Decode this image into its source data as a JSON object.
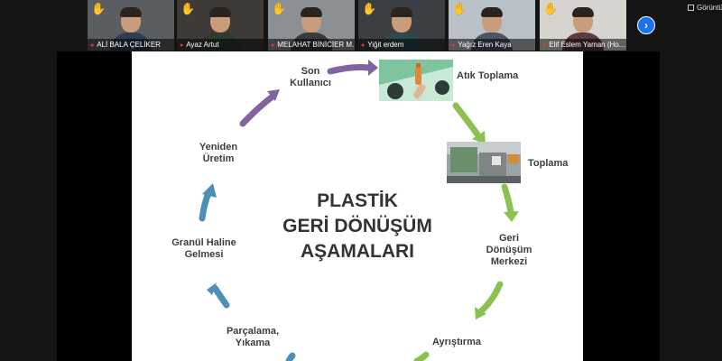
{
  "participants": [
    {
      "name": "ALİ BALA ÇELİKER",
      "bg": "#5b5e60",
      "shirt": "#2f3d52"
    },
    {
      "name": "Ayaz Artut",
      "bg": "#3d3a38",
      "shirt": "#2e3b2e"
    },
    {
      "name": "MELAHAT BİNİCİER M...",
      "bg": "#8c8f93",
      "shirt": "#3a3a3a"
    },
    {
      "name": "Yiğit erdem",
      "bg": "#3b3f44",
      "shirt": "#2b4b4d"
    },
    {
      "name": "Yağız Eren Kaya",
      "bg": "#b9c0c8",
      "shirt": "#4c5463"
    },
    {
      "name": "Elif Eslem Yaman (Ho...",
      "bg": "#d7d4cf",
      "shirt": "#5c3d3d"
    }
  ],
  "raise_hand_icon": "✋",
  "mic_icon": "🎤",
  "next_button_icon": "›",
  "view_button_label": "Görüntü",
  "slide": {
    "title": "PLASTİK\nGERİ DÖNÜŞÜM\nAŞAMALARI",
    "steps": [
      {
        "id": "son",
        "label": "Son\nKullanıcı"
      },
      {
        "id": "atik",
        "label": "Atık Toplama"
      },
      {
        "id": "toplama",
        "label": "Toplama"
      },
      {
        "id": "merkez",
        "label": "Geri\nDönüşüm\nMerkezi"
      },
      {
        "id": "ayristirma",
        "label": "Ayrıştırma"
      },
      {
        "id": "parcalama",
        "label": "Parçalama,\nYıkama"
      },
      {
        "id": "granul",
        "label": "Granül Haline\nGelmesi"
      },
      {
        "id": "yeniden",
        "label": "Yeniden\nÜretim"
      }
    ],
    "colors": {
      "purple": "#8064a2",
      "green": "#8cc152",
      "blue": "#4e8fb5",
      "photo_green": "#7ec49e"
    }
  }
}
